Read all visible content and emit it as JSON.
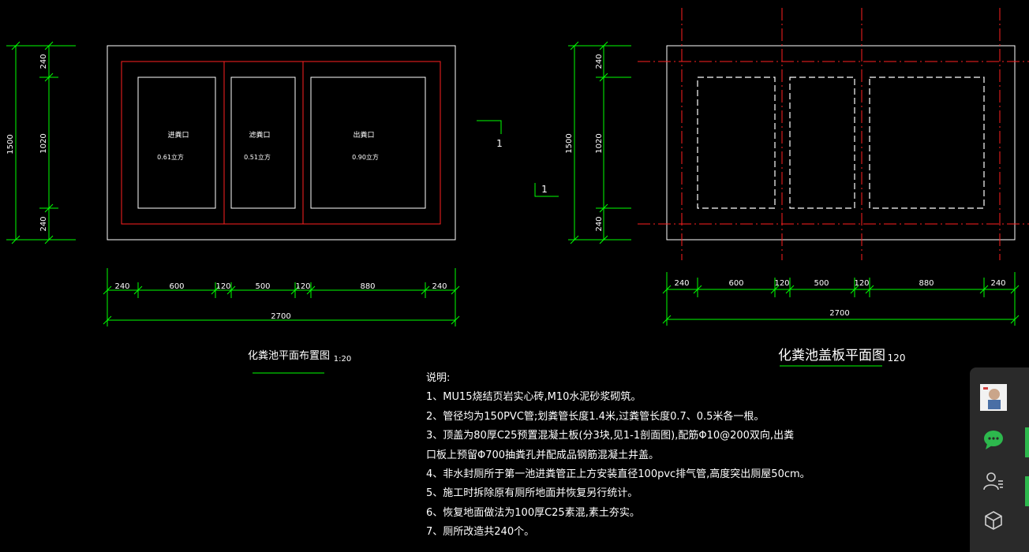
{
  "left_plan": {
    "room_labels": [
      {
        "name": "进粪口",
        "area": "0.61立方"
      },
      {
        "name": "滤粪口",
        "area": "0.51立方"
      },
      {
        "name": "出粪口",
        "area": "0.90立方"
      }
    ],
    "vertical_dims": {
      "total": "1500",
      "segments": [
        "240",
        "1020",
        "240"
      ]
    },
    "horizontal_dims": {
      "segments": [
        "240",
        "600",
        "120",
        "500",
        "120",
        "880",
        "240"
      ],
      "total": "2700"
    },
    "title": "化粪池平面布置图",
    "scale": "1:20"
  },
  "section_marks": [
    "1",
    "1"
  ],
  "right_plan": {
    "vertical_dims": {
      "total": "1500",
      "segments": [
        "240",
        "1020",
        "240"
      ]
    },
    "horizontal_dims": {
      "segments": [
        "240",
        "600",
        "120",
        "500",
        "120",
        "880",
        "240"
      ],
      "total": "2700"
    },
    "title": "化粪池盖板平面图",
    "scale": "120"
  },
  "notes": {
    "heading": "说明:",
    "lines": [
      "1、MU15烧结页岩实心砖,M10水泥砂浆砌筑。",
      "2、管径均为150PVC管;划粪管长度1.4米,过粪管长度0.7、0.5米各一根。",
      "3、顶盖为80厚C25预置混凝土板(分3块,见1-1剖面图),配筋Φ10@200双向,出粪",
      "口板上预留Φ700抽粪孔并配成品钢筋混凝土井盖。",
      "4、非水封厕所于第一池进粪管正上方安装直径100pvc排气管,高度突出厕屋50cm。",
      "5、施工时拆除原有厕所地面并恢复另行统计。",
      "6、恢复地面做法为100厚C25素混,素土夯实。",
      "7、厕所改造共240个。"
    ]
  },
  "side_panel": {
    "icons": [
      "avatar-icon",
      "chat-icon",
      "contacts-icon",
      "cube-icon"
    ],
    "accent": "#2db84d"
  },
  "colors": {
    "background": "#000000",
    "outline": "#ffffff",
    "wall": "#ff2020",
    "dimension": "#00ff00",
    "axis": "#ff2020"
  }
}
